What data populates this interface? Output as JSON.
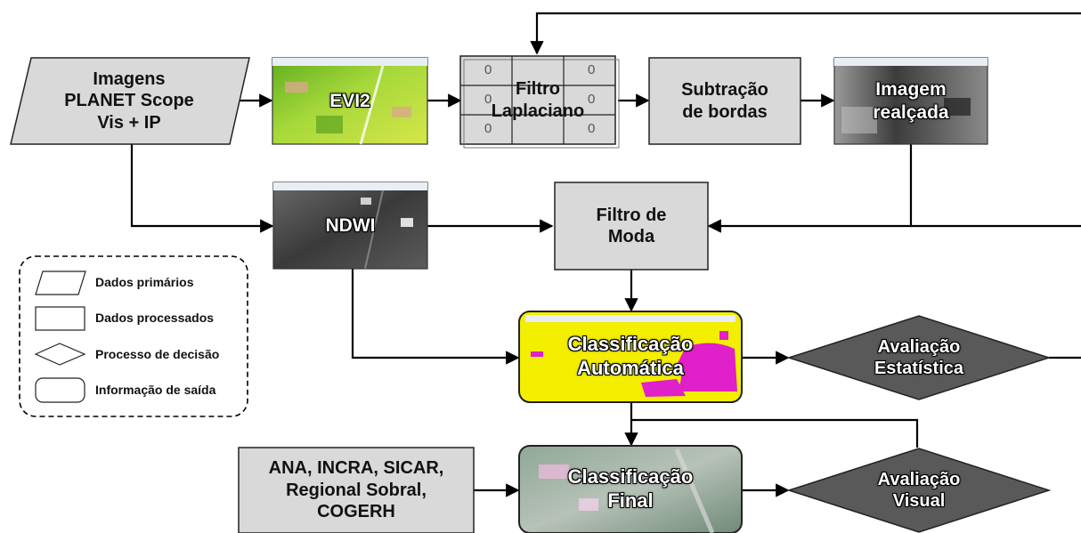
{
  "nodes": {
    "input_images": "Imagens\nPLANET Scope\nVis + IP",
    "evi2": "EVI2",
    "laplacian_filter": "Filtro\nLaplaciano",
    "laplacian_kernel_value": "0",
    "edge_subtraction": "Subtração\nde bordas",
    "enhanced_image": "Imagem\nrealçada",
    "ndwi": "NDWI",
    "mode_filter": "Filtro de\nModa",
    "auto_classification": "Classificação\nAutomática",
    "statistical_evaluation": "Avaliação\nEstatística",
    "final_classification": "Classificação\nFinal",
    "visual_evaluation": "Avaliação\nVisual",
    "ancillary_sources": "ANA, INCRA, SICAR,\nRegional Sobral,\nCOGERH"
  },
  "legend": {
    "primary_data": "Dados primários",
    "processed_data": "Dados processados",
    "decision_process": "Processo de decisão",
    "output_information": "Informação de saída"
  },
  "colors": {
    "box_fill": "#d9d9d9",
    "decision_fill": "#595959",
    "auto_class_yellow": "#f4ee00",
    "auto_class_magenta": "#e020c8",
    "evi2_green": "#7ec82a",
    "ndwi_gray": "#4a4a4a",
    "line": "#000000"
  }
}
